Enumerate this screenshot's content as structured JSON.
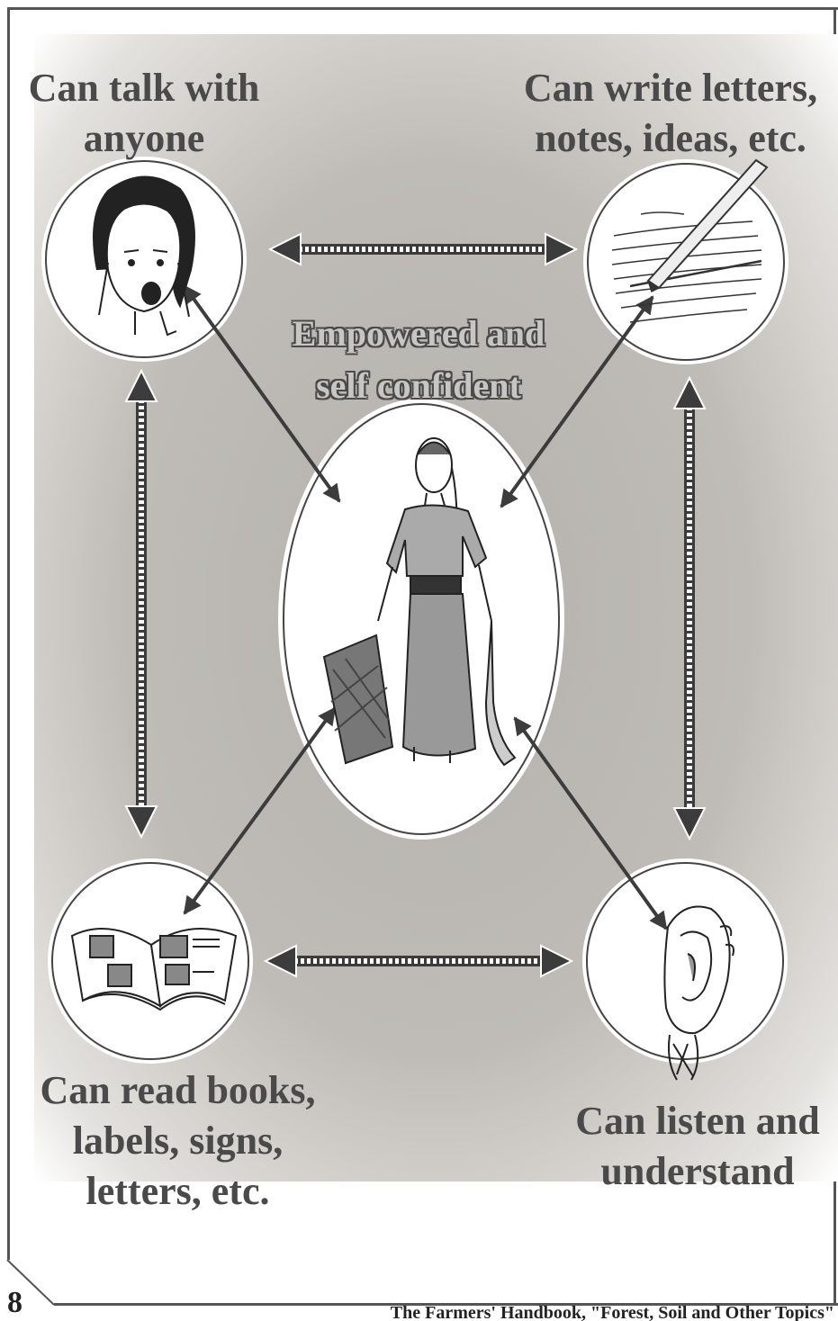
{
  "labels": {
    "talk": [
      "Can talk with",
      "anyone"
    ],
    "write": [
      "Can write letters,",
      "notes, ideas, etc."
    ],
    "center": [
      "Empowered and",
      "self confident"
    ],
    "read": [
      "Can read books,",
      "labels, signs,",
      "letters, etc."
    ],
    "listen": [
      "Can listen and",
      "understand"
    ]
  },
  "footer": {
    "page_number": "8",
    "book_title": "The Farmers' Handbook,  \"Forest, Soil and Other Topics\""
  },
  "icons": {
    "talk": "speaking-face-icon",
    "write": "handwritten-letter-pencil-icon",
    "center": "woman-with-basket-and-sickle-icon",
    "read": "open-book-icon",
    "listen": "ear-icon"
  },
  "colors": {
    "background_gray": "#bfbcb7",
    "text": "#4a4a4a",
    "arrow": "#3c3c3c"
  }
}
